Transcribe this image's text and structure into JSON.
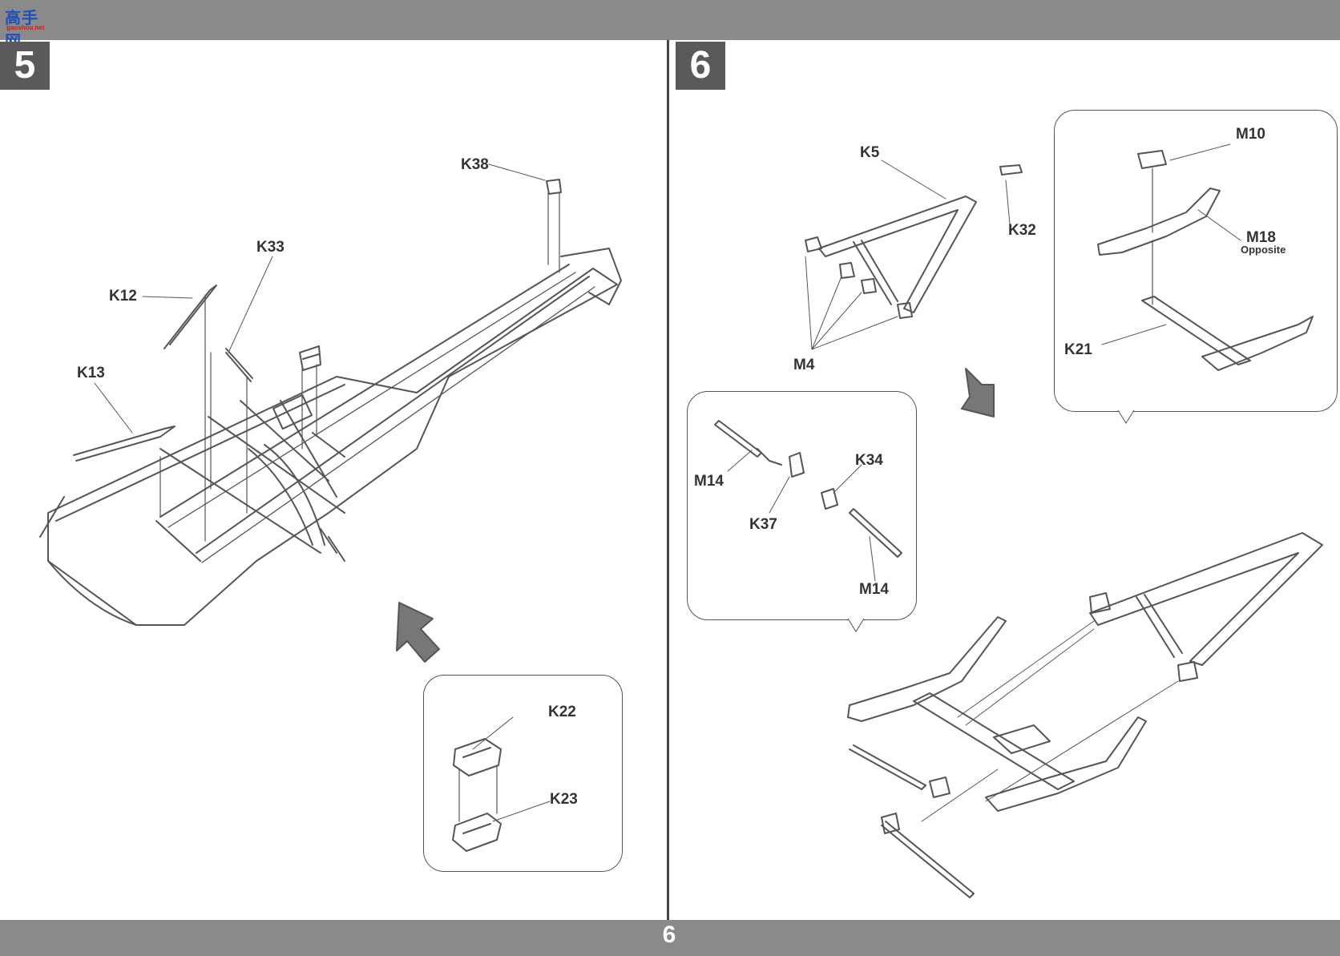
{
  "header": {
    "logo_text": "高手网",
    "logo_sub": "gaoshou.net"
  },
  "steps": [
    {
      "number": "5"
    },
    {
      "number": "6"
    }
  ],
  "step5_labels": [
    "K38",
    "K33",
    "K12",
    "K13",
    "K22",
    "K23"
  ],
  "step6_labels": [
    "K5",
    "K32",
    "M10",
    "M18",
    "Opposite",
    "K21",
    "M4",
    "K34",
    "M14",
    "K37",
    "M14"
  ],
  "footer": {
    "page_number": "6"
  },
  "colors": {
    "bar": "#8a8a8a",
    "step_box": "#5a5a5a",
    "line": "#555555"
  }
}
